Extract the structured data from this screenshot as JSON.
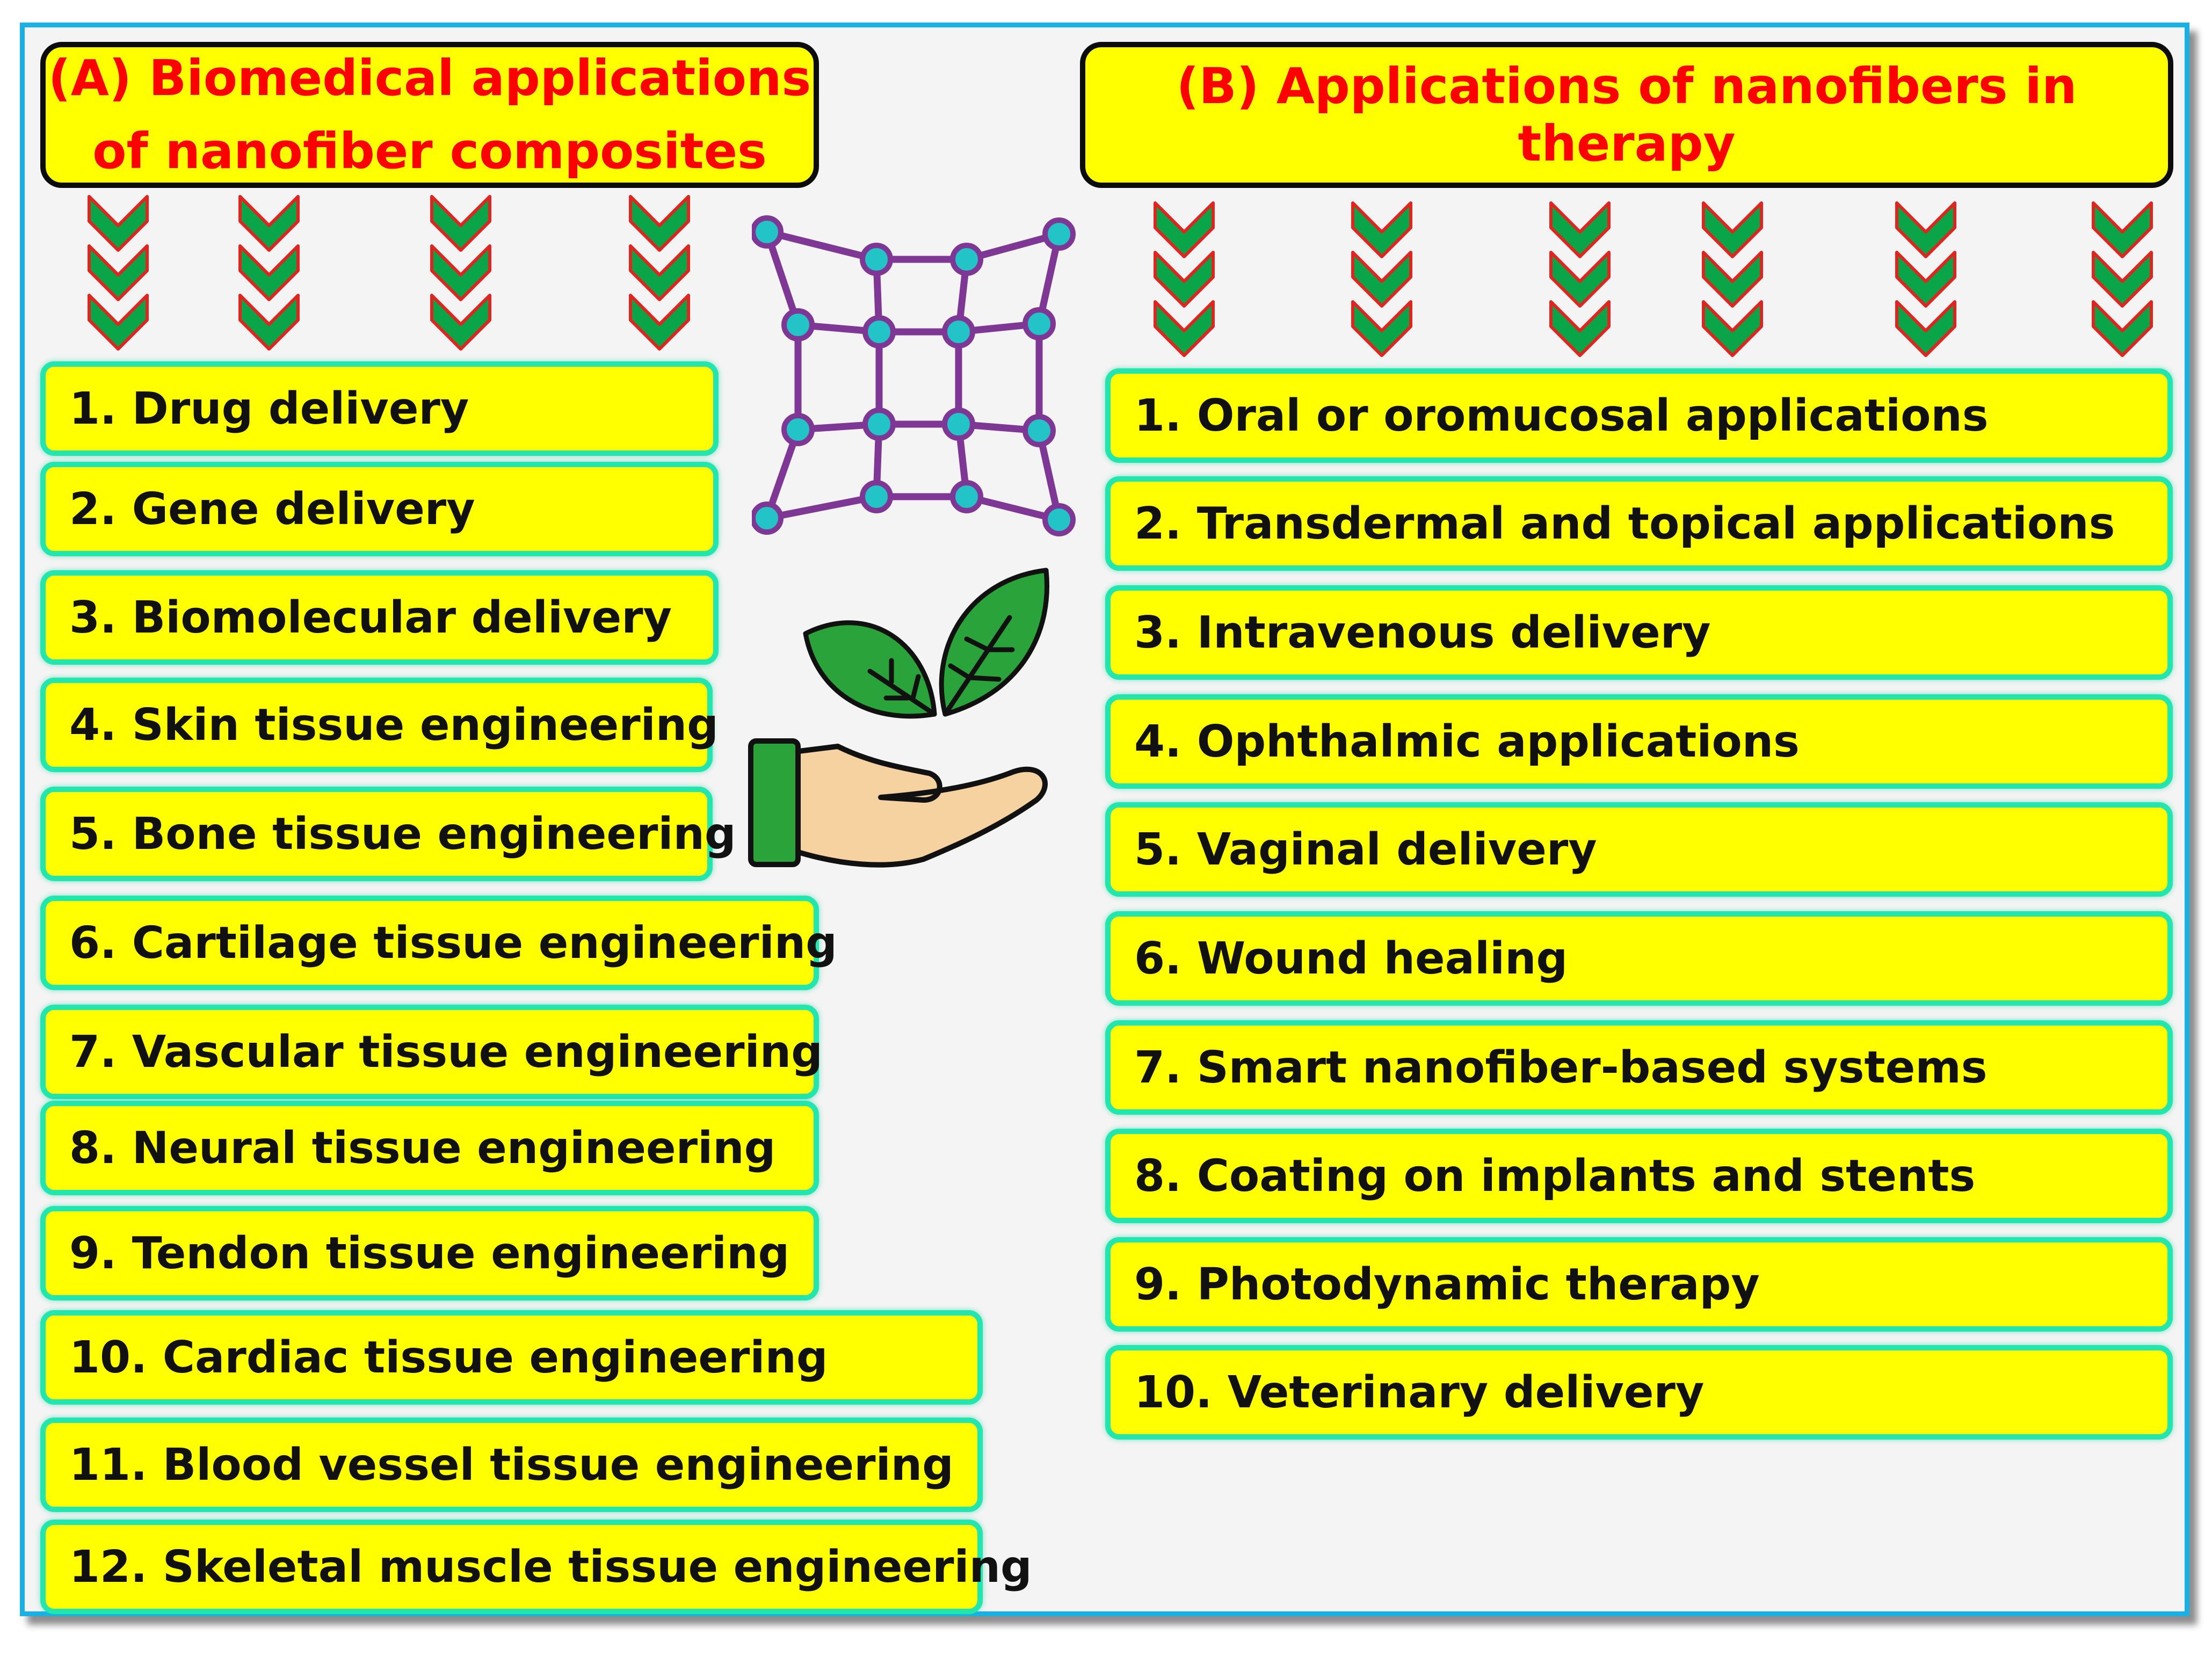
{
  "colors": {
    "frame_border": "#19b0e6",
    "header_fill": "#ffff00",
    "header_text": "#ff0000",
    "item_fill": "#ffff00",
    "item_border": "#22e6ad",
    "chevron_fill": "#0aa548",
    "chevron_stroke": "#e0241f"
  },
  "panel_a": {
    "title_line1": "(A) Biomedical applications",
    "title_line2": "of nanofiber composites",
    "items": [
      "1. Drug delivery",
      "2. Gene delivery",
      "3. Biomolecular delivery",
      "4. Skin tissue engineering",
      "5. Bone tissue engineering",
      "6. Cartilage tissue engineering",
      "7. Vascular tissue engineering",
      "8. Neural tissue engineering",
      "9. Tendon tissue engineering",
      "10. Cardiac tissue engineering",
      "11. Blood vessel tissue engineering",
      "12. Skeletal muscle tissue engineering"
    ]
  },
  "panel_b": {
    "title": "(B) Applications of nanofibers in therapy",
    "items": [
      "1. Oral or oromucosal applications",
      "2. Transdermal and topical applications",
      "3. Intravenous delivery",
      "4. Ophthalmic applications",
      "5. Vaginal delivery",
      "6. Wound healing",
      "7. Smart nanofiber-based systems",
      "8. Coating on implants and stents",
      "9. Photodynamic therapy",
      "10. Veterinary delivery"
    ]
  },
  "icons": [
    "nanofiber-mesh-icon",
    "hand-holding-leaves-icon",
    "chevron-down-icon"
  ]
}
